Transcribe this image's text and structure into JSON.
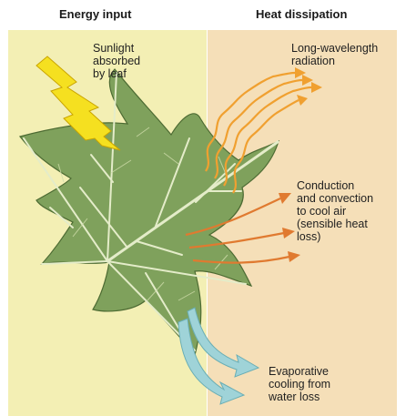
{
  "header": {
    "left_title": "Energy input",
    "right_title": "Heat dissipation"
  },
  "labels": {
    "sunlight": "Sunlight\nabsorbed\nby leaf",
    "radiation": "Long-wavelength\nradiation",
    "conduction": "Conduction\nand convection\nto cool air\n(sensible heat\nloss)",
    "evaporative": "Evaporative\ncooling from\nwater loss"
  },
  "colors": {
    "input_panel": "#f3efb4",
    "dissipation_panel": "#f5dfb8",
    "leaf": "#7fa15c",
    "leaf_vein": "#e4ecc9",
    "sunlight_bolt": "#f5e020",
    "radiation_arrows": "#f0a030",
    "conduction_arrows": "#e07a30",
    "evaporative_arrows": "#9fd3d8"
  }
}
